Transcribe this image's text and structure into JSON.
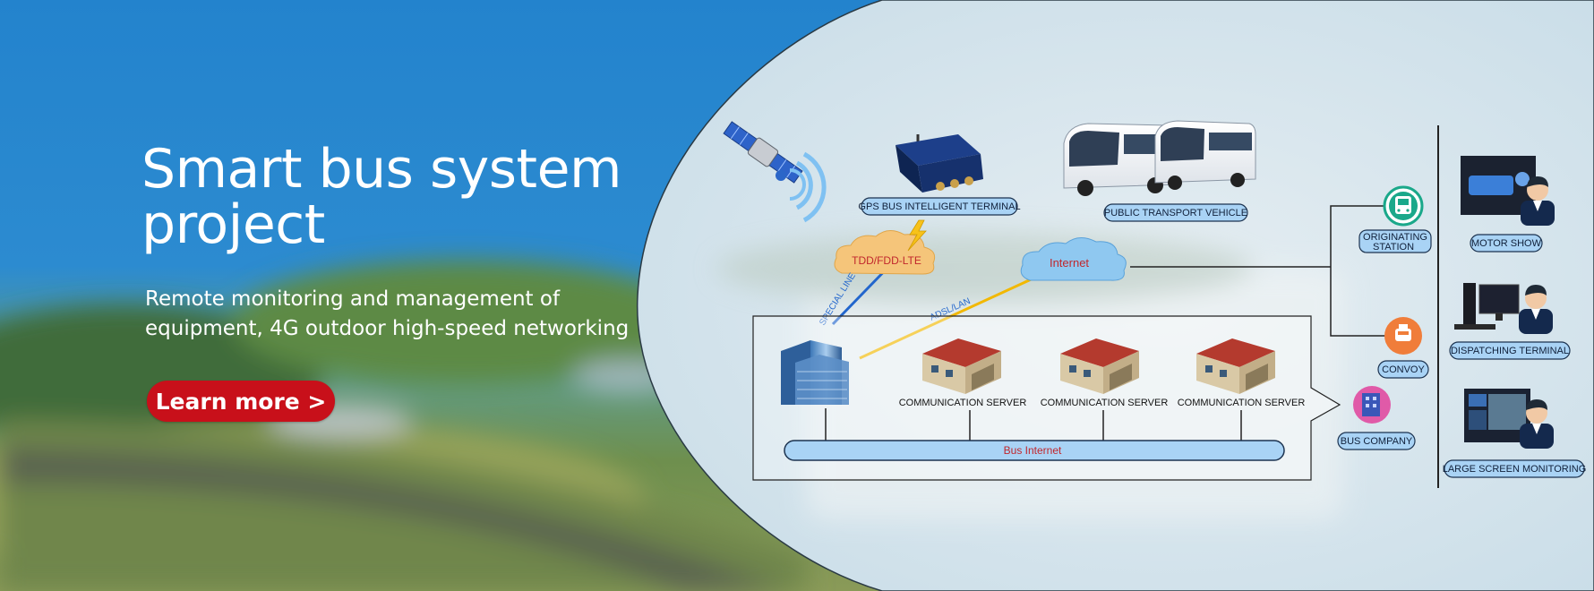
{
  "hero": {
    "title": "Smart bus system project",
    "subtitle": "Remote monitoring and management of equipment, 4G outdoor high-speed networking",
    "cta_label": "Learn more >"
  },
  "diagram": {
    "gps_terminal_label": "GPS BUS INTELLIGENT TERMINAL",
    "public_vehicle_label": "PUBLIC TRANSPORT VEHICLE",
    "cloud_lte_label": "TDD/FDD-LTE",
    "cloud_internet_label": "Internet",
    "special_line_label": "SPECIAL LINE",
    "adsl_label": "ADSL/LAN",
    "servers": [
      {
        "label": "COMMUNICATION SERVER"
      },
      {
        "label": "COMMUNICATION SERVER"
      },
      {
        "label": "COMMUNICATION SERVER"
      }
    ],
    "bus_internet_label": "Bus Internet",
    "originating_station_label": [
      "ORIGINATING",
      "STATION"
    ],
    "convoy_label": "CONVOY",
    "bus_company_label": "BUS COMPANY",
    "motor_show_label": "MOTOR SHOW",
    "dispatching_terminal_label": "DISPATCHING TERMINAL",
    "large_screen_label": "LARGE SCREEN MONITORING"
  },
  "colors": {
    "hero_blue": "#2a86cc",
    "cta_red": "#c8101a",
    "pill_fill": "#a9d3f5",
    "pill_stroke": "#1c3350",
    "cloud_lte": "#f5c57a",
    "cloud_internet": "#8fc8f0",
    "link_blue": "#2266cc",
    "link_yellow": "#f2b800",
    "station_green": "#1aa88a",
    "convoy_orange": "#f07d3a",
    "company_pink": "#e05aa8"
  }
}
